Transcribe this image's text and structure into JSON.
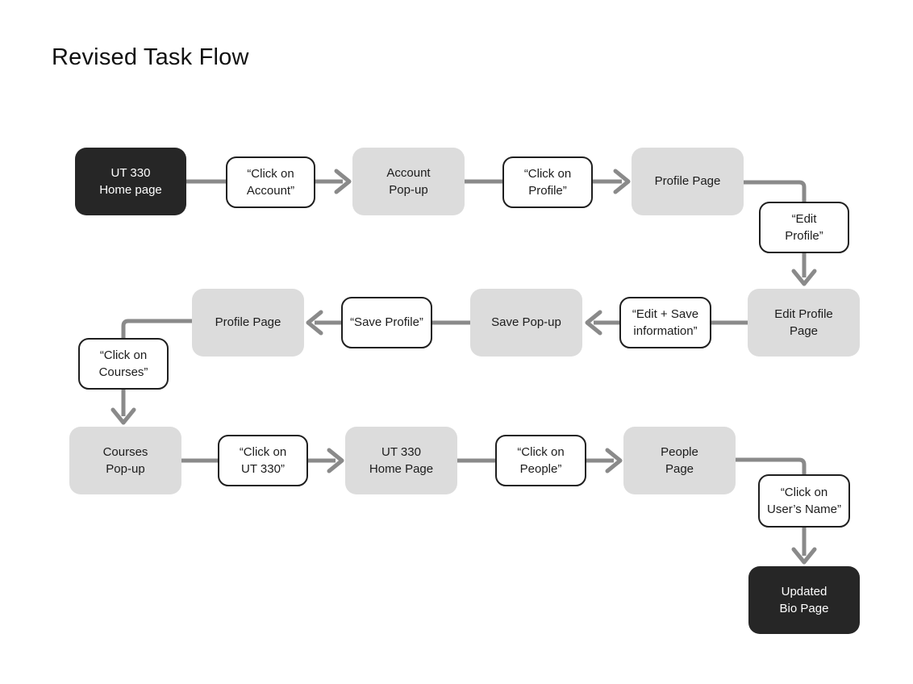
{
  "title": "Revised Task Flow",
  "colors": {
    "background": "#ffffff",
    "dark_node": "#262626",
    "gray_node": "#dcdcdc",
    "action_node_bg": "#ffffff",
    "action_node_border": "#1f1f1f",
    "connector": "#8a8a8a",
    "text_dark": "#1c1c1c",
    "text_light": "#ffffff",
    "title_color": "#111111"
  },
  "nodes": [
    {
      "id": "start",
      "type": "dark",
      "label": "UT 330\nHome page"
    },
    {
      "id": "click-account",
      "type": "action",
      "label": "“Click on\nAccount”"
    },
    {
      "id": "account-popup",
      "type": "gray",
      "label": "Account\nPop-up"
    },
    {
      "id": "click-profile",
      "type": "action",
      "label": "“Click on\nProfile”"
    },
    {
      "id": "profile-page-1",
      "type": "gray",
      "label": "Profile Page"
    },
    {
      "id": "edit-profile",
      "type": "action",
      "label": "“Edit\nProfile”"
    },
    {
      "id": "edit-profile-page",
      "type": "gray",
      "label": "Edit Profile\nPage"
    },
    {
      "id": "edit-save-info",
      "type": "action",
      "label": "“Edit + Save\ninformation”"
    },
    {
      "id": "save-popup",
      "type": "gray",
      "label": "Save Pop-up"
    },
    {
      "id": "save-profile",
      "type": "action",
      "label": "“Save Profile”"
    },
    {
      "id": "profile-page-2",
      "type": "gray",
      "label": "Profile Page"
    },
    {
      "id": "click-courses",
      "type": "action",
      "label": "“Click on\nCourses”"
    },
    {
      "id": "courses-popup",
      "type": "gray",
      "label": "Courses\nPop-up"
    },
    {
      "id": "click-ut330",
      "type": "action",
      "label": "“Click on\nUT 330”"
    },
    {
      "id": "ut330-home-page",
      "type": "gray",
      "label": "UT 330\nHome Page"
    },
    {
      "id": "click-people",
      "type": "action",
      "label": "“Click on\nPeople”"
    },
    {
      "id": "people-page",
      "type": "gray",
      "label": "People\nPage"
    },
    {
      "id": "click-users-name",
      "type": "action",
      "label": "“Click on\nUser’s Name”"
    },
    {
      "id": "end",
      "type": "dark",
      "label": "Updated\nBio Page"
    }
  ],
  "edges": [
    {
      "from": "UT 330 Home page",
      "action": "“Click on Account”",
      "to": "Account Pop-up",
      "direction": "right"
    },
    {
      "from": "Account Pop-up",
      "action": "“Click on Profile”",
      "to": "Profile Page",
      "direction": "right"
    },
    {
      "from": "Profile Page",
      "action": "“Edit Profile”",
      "to": "Edit Profile Page",
      "direction": "elbow-down"
    },
    {
      "from": "Edit Profile Page",
      "action": "“Edit + Save information”",
      "to": "Save Pop-up",
      "direction": "left"
    },
    {
      "from": "Save Pop-up",
      "action": "“Save Profile”",
      "to": "Profile Page",
      "direction": "left"
    },
    {
      "from": "Profile Page",
      "action": "“Click on Courses”",
      "to": "Courses Pop-up",
      "direction": "elbow-down"
    },
    {
      "from": "Courses Pop-up",
      "action": "“Click on UT 330”",
      "to": "UT 330 Home Page",
      "direction": "right"
    },
    {
      "from": "UT 330 Home Page",
      "action": "“Click on People”",
      "to": "People Page",
      "direction": "right"
    },
    {
      "from": "People Page",
      "action": "“Click on User’s Name”",
      "to": "Updated Bio Page",
      "direction": "elbow-down"
    }
  ]
}
